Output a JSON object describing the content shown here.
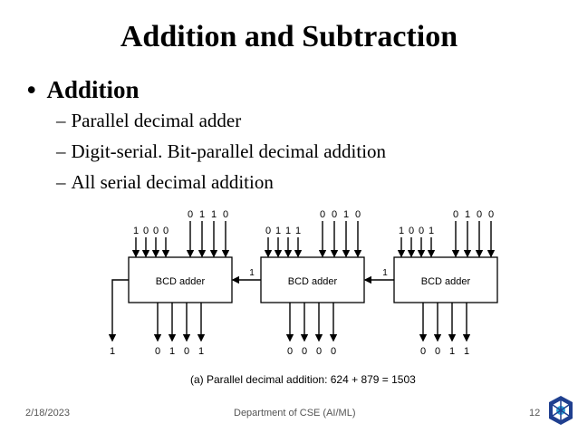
{
  "slide": {
    "title": "Addition and Subtraction",
    "bullet": "Addition",
    "subbullets": [
      "Parallel decimal adder",
      "Digit-serial. Bit-parallel decimal addition",
      "All serial decimal addition"
    ]
  },
  "diagram": {
    "adders": [
      {
        "label": "BCD adder",
        "inputs_a": [
          "1",
          "0",
          "0",
          "0"
        ],
        "inputs_b": [
          "0",
          "1",
          "1",
          "0"
        ],
        "outputs": [
          "0",
          "1",
          "0",
          "1"
        ],
        "carry_out": "1"
      },
      {
        "label": "BCD adder",
        "inputs_a": [
          "0",
          "1",
          "1",
          "1"
        ],
        "inputs_b": [
          "0",
          "0",
          "1",
          "0"
        ],
        "outputs": [
          "0",
          "0",
          "0",
          "0"
        ],
        "carry_out": "1"
      },
      {
        "label": "BCD adder",
        "inputs_a": [
          "1",
          "0",
          "0",
          "1"
        ],
        "inputs_b": [
          "0",
          "1",
          "0",
          "0"
        ],
        "outputs": [
          "0",
          "0",
          "1",
          "1"
        ],
        "carry_out": "1"
      }
    ],
    "final_carry": "1",
    "caption": "(a) Parallel decimal addition: 624 + 879 = 1503"
  },
  "footer": {
    "date": "2/18/2023",
    "department": "Department of CSE (AI/ML)",
    "page": "12"
  }
}
